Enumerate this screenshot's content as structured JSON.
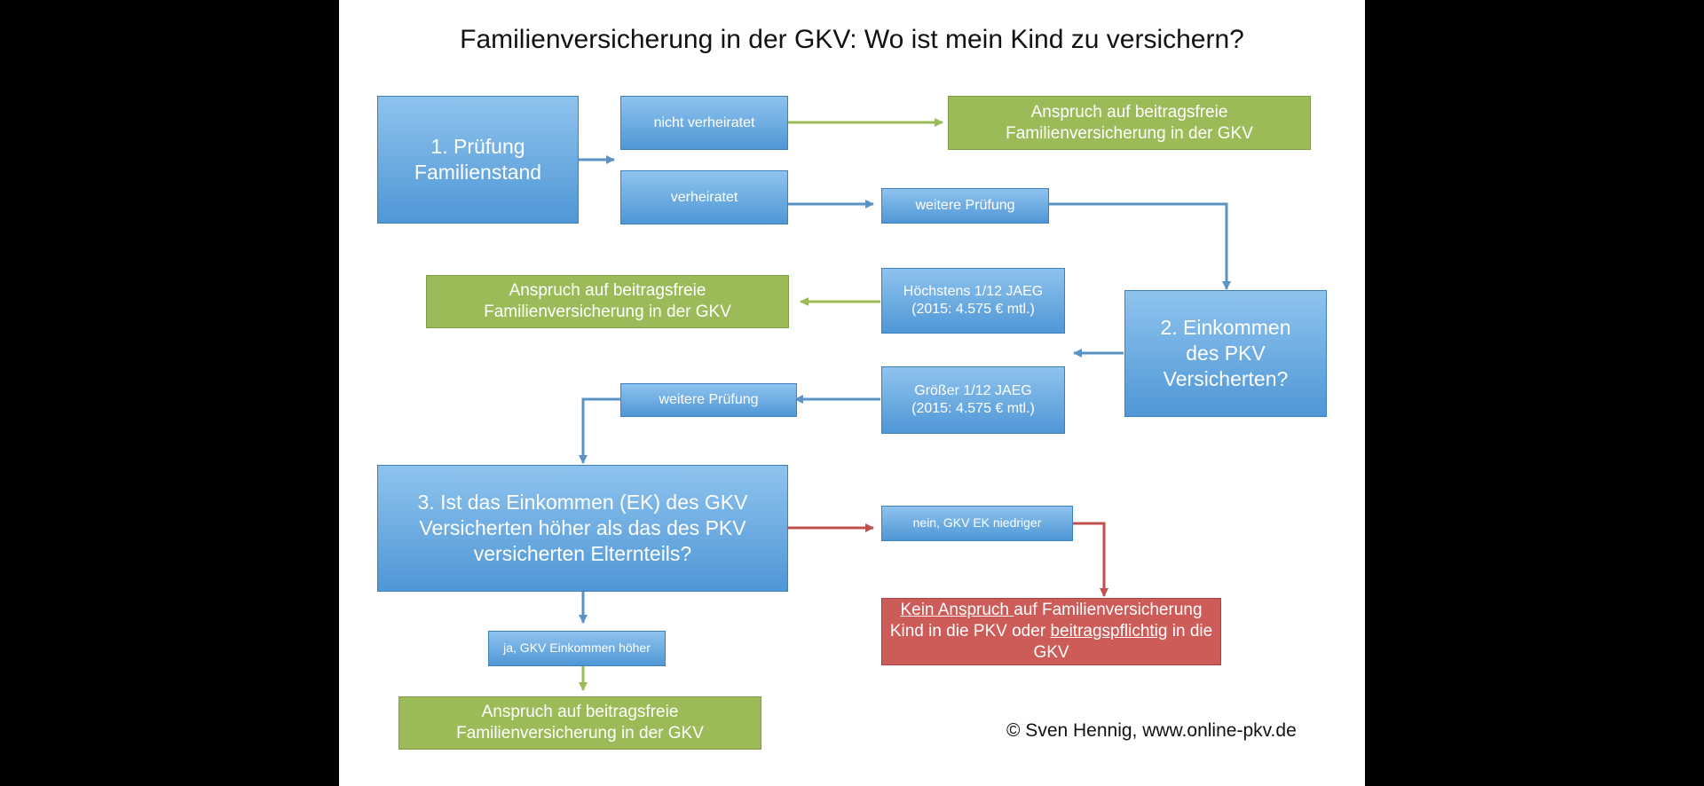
{
  "title": "Familienversicherung in der GKV: Wo ist mein Kind zu versichern?",
  "nodes": {
    "check1": [
      "1. Prüfung",
      "Familienstand"
    ],
    "not_married": "nicht verheiratet",
    "married": "verheiratet",
    "further1": "weitere Prüfung",
    "green1": [
      "Anspruch auf beitragsfreie",
      "Familienversicherung in der GKV"
    ],
    "max_income": [
      "Höchstens 1/12 JAEG",
      "(2015: 4.575 € mtl.)"
    ],
    "green2": [
      "Anspruch auf beitragsfreie",
      "Familienversicherung in der GKV"
    ],
    "check2": [
      "2. Einkommen",
      "des PKV",
      "Versicherten?"
    ],
    "greater_income": [
      "Größer 1/12 JAEG",
      "(2015: 4.575 € mtl.)"
    ],
    "further2": "weitere Prüfung",
    "check3": [
      "3. Ist das Einkommen (EK) des GKV",
      "Versicherten höher als das des PKV",
      "versicherten Elternteils?"
    ],
    "no_lower": "nein, GKV EK niedriger",
    "red": {
      "u1": "Kein Anspruch ",
      "t1": "auf Familienversicherung",
      "t2": "Kind in die PKV oder ",
      "u2": "beitragspflichtig",
      "t3": " in die GKV"
    },
    "yes_higher": "ja, GKV Einkommen höher",
    "green3": [
      "Anspruch auf beitragsfreie",
      "Familienversicherung in der GKV"
    ]
  },
  "credit": "© Sven Hennig, www.online-pkv.de",
  "colors": {
    "blue_top": "#8fc3ee",
    "blue_bottom": "#4f97d6",
    "green": "#9bbb59",
    "red": "#cd5b57",
    "blue_arrow": "#5b93c7",
    "green_arrow": "#9bbb59",
    "red_arrow": "#c0504d"
  }
}
